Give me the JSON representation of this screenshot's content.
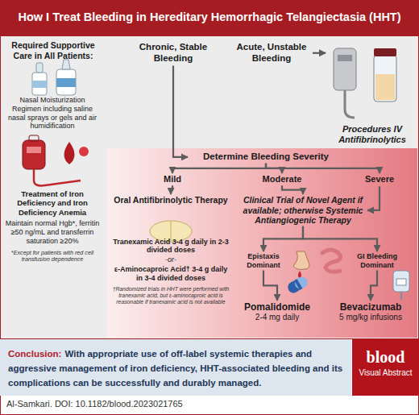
{
  "diagram": {
    "title": "How I Treat Bleeding in Hereditary Hemorrhagic Telangiectasia (HHT)",
    "nodes": [
      {
        "text": [
          "Required Supportive Care in All Patients:"
        ]
      },
      {
        "text": [
          "Nasal Moisturization Regimen including saline nasal sprays or gels and air humidification"
        ],
        "in": 0
      },
      {
        "text": [
          "Treatment of Iron Deficiency and Iron Deficiency Anemia",
          "Maintain normal Hgb*, ferritin ≥50 ng/mL and transferrin saturation ≥20%",
          "*Except for patients with red cell transfusion dependence"
        ],
        "in": 0
      },
      {
        "text": [
          "Chronic, Stable Bleeding"
        ]
      },
      {
        "text": [
          "Acute, Unstable Bleeding"
        ]
      },
      {
        "text": [
          "Procedures IV Antifibrinolytics"
        ]
      },
      {
        "text": [
          "Determine Bleeding Severity"
        ]
      },
      {
        "text": [
          "Mild"
        ]
      },
      {
        "text": [
          "Moderate"
        ]
      },
      {
        "text": [
          "Severe"
        ]
      },
      {
        "text": [
          "Oral Antifibrinolytic Therapy",
          "Tranexamic Acid 3-4 g daily in 2-3 divided doses",
          "-or-",
          "ε-Aminocaproic Acid† 3-4 g daily in 3-4 divided doses",
          "†Randomized trials in HHT were performed with tranexamic acid, but ε-aminocaproic acid is reasonable if tranexamic acid is not available"
        ]
      },
      {
        "text": [
          "Clinical Trial of Novel Agent if available; otherwise Systemic Antiangiogenic Therapy"
        ]
      },
      {
        "text": [
          "Epistaxis Dominant"
        ]
      },
      {
        "text": [
          "GI Bleeding Dominant"
        ]
      },
      {
        "text": [
          "Pomalidomide",
          "2-4 mg daily"
        ]
      },
      {
        "text": [
          "Bevacizumab",
          "5 mg/kg infusions"
        ]
      },
      {
        "text": [
          "Conclusion:",
          "With appropriate use of off-label systemic therapies and aggressive management of iron deficiency, HHT-associated bleeding and its complications can be successfully and durably managed."
        ]
      },
      {
        "text": [
          "blood",
          "Visual Abstract"
        ]
      }
    ],
    "edges": [
      {
        "from": 3,
        "to": 6,
        "arrow": "to"
      },
      {
        "from": 4,
        "to": 5,
        "arrow": "to"
      },
      {
        "from": 6,
        "to": 7,
        "arrow": "to"
      },
      {
        "from": 6,
        "to": 8,
        "arrow": "to"
      },
      {
        "from": 6,
        "to": 9,
        "arrow": "to"
      },
      {
        "from": 7,
        "to": 10,
        "arrow": "to"
      },
      {
        "from": 8,
        "to": 11,
        "arrow": "to"
      },
      {
        "from": 9,
        "to": 11,
        "arrow": "to"
      },
      {
        "from": 11,
        "to": 12,
        "arrow": "to"
      },
      {
        "from": 11,
        "to": 13,
        "arrow": "to"
      },
      {
        "from": 12,
        "to": 14,
        "arrow": "to"
      },
      {
        "from": 13,
        "to": 15,
        "arrow": "to"
      }
    ],
    "labels": [
      "Al-Samkari. DOI: 10.1182/blood.2023021765"
    ]
  }
}
